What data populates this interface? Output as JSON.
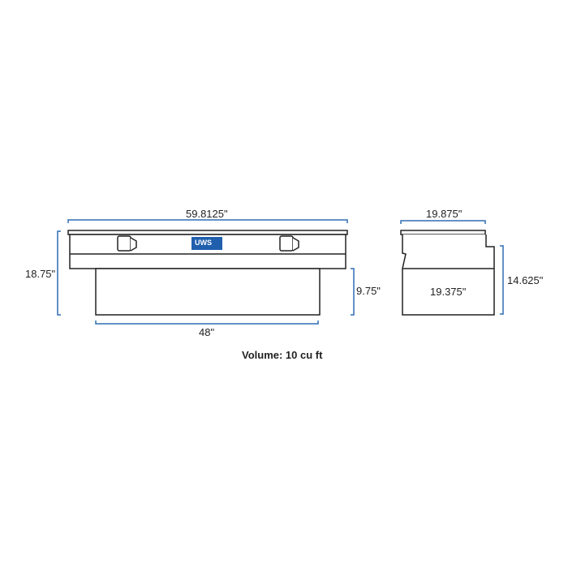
{
  "front_view": {
    "overall_width": "59.8125\"",
    "overall_height": "18.75\"",
    "lower_height": "9.75\"",
    "lower_width": "48\"",
    "logo_text": "UWS"
  },
  "side_view": {
    "top_depth": "19.875\"",
    "bottom_depth": "19.375\"",
    "height": "14.625\""
  },
  "volume": "Volume: 10 cu ft",
  "colors": {
    "dimension": "#2e6db4",
    "logo_bg": "#1f5fae",
    "line": "#222222"
  }
}
